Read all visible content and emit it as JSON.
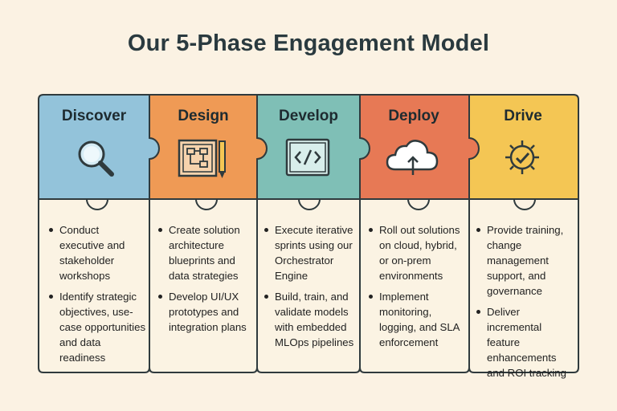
{
  "title": "Our 5-Phase Engagement Model",
  "colors": {
    "outline": "#2f3a3d",
    "background": "#fbf2e3",
    "card": "#fbf3e3",
    "discover": "#93c3da",
    "design": "#ef9a55",
    "develop": "#7fbfb6",
    "deploy": "#e77955",
    "drive": "#f4c654"
  },
  "phases": [
    {
      "name": "Discover",
      "icon": "magnifying-glass-icon",
      "bullets": [
        "Conduct executive and stakeholder workshops",
        "Identify strategic objectives, use-case opportunities and data readiness"
      ]
    },
    {
      "name": "Design",
      "icon": "blueprint-pencil-icon",
      "bullets": [
        "Create solution architecture blueprints and data strategies",
        "Develop UI/UX prototypes and integration plans"
      ]
    },
    {
      "name": "Develop",
      "icon": "code-window-icon",
      "bullets": [
        "Execute iterative sprints using our Orchestrator Engine",
        "Build, train, and validate models with embedded MLOps pipelines"
      ]
    },
    {
      "name": "Deploy",
      "icon": "cloud-upload-icon",
      "bullets": [
        "Roll out solutions on cloud, hybrid, or on-prem environments",
        "Implement monitoring, logging, and SLA enforcement"
      ]
    },
    {
      "name": "Drive",
      "icon": "gear-check-icon",
      "bullets": [
        "Provide training, change management support, and governance",
        "Deliver incremental feature enhancements and ROI tracking"
      ]
    }
  ]
}
